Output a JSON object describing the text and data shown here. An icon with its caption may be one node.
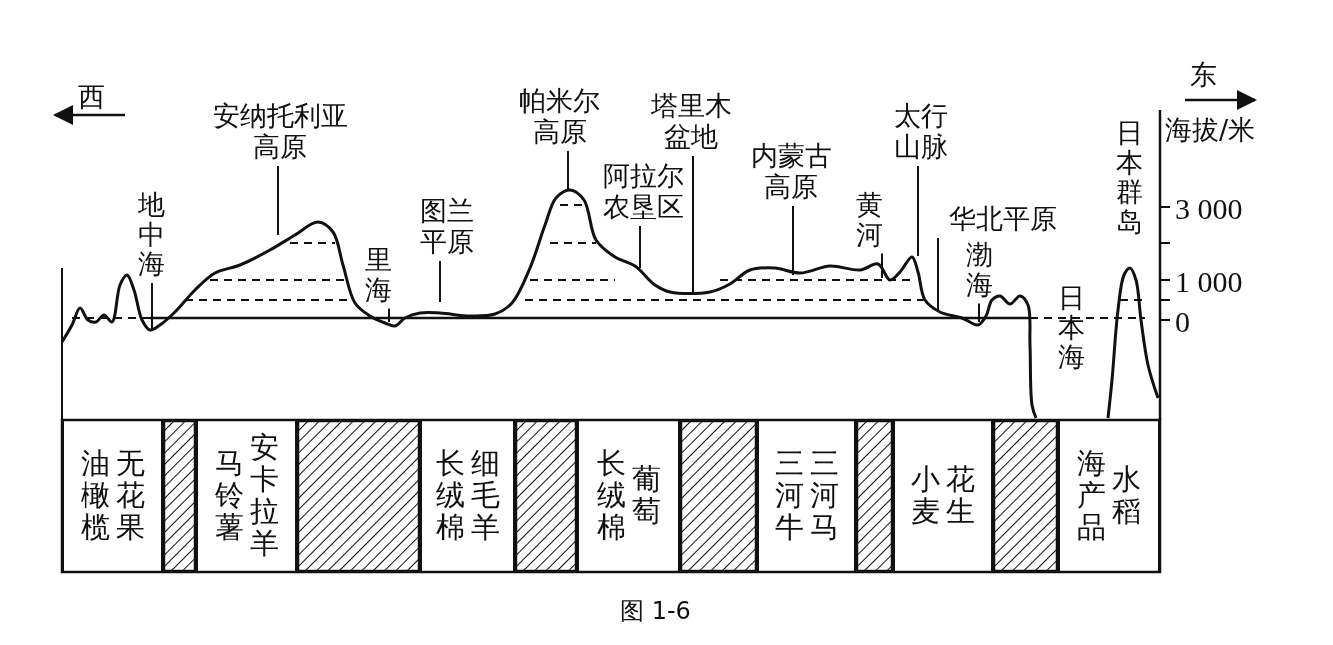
{
  "diagram": {
    "caption": "图 1-6",
    "nodes": [
      {
        "text": [
          "安纳托利亚高原"
        ]
      },
      {
        "text": [
          "帕米尔高原"
        ]
      },
      {
        "text": [
          "塔里木盆地"
        ]
      },
      {
        "text": [
          "阿拉尔农垦区"
        ]
      },
      {
        "text": [
          "内蒙古高原"
        ]
      },
      {
        "text": [
          "太行山脉"
        ]
      },
      {
        "text": [
          "黄河"
        ]
      },
      {
        "text": [
          "华北平原"
        ]
      },
      {
        "text": [
          "地中海"
        ]
      },
      {
        "text": [
          "图兰平原"
        ]
      },
      {
        "text": [
          "里海"
        ]
      },
      {
        "text": [
          "渤海"
        ]
      },
      {
        "text": [
          "油橄榄",
          "无花果"
        ]
      },
      {
        "text": [],
        "shape": "box"
      },
      {
        "text": [
          "马铃薯",
          "安卡拉羊"
        ]
      },
      {
        "text": [],
        "shape": "box"
      },
      {
        "text": [
          "长绒棉",
          "细毛羊"
        ]
      },
      {
        "text": [],
        "shape": "box"
      },
      {
        "text": [
          "长绒棉",
          "葡萄"
        ]
      },
      {
        "text": [],
        "shape": "box"
      },
      {
        "text": [
          "三河牛",
          "三河马"
        ]
      },
      {
        "text": [],
        "shape": "box"
      },
      {
        "text": [
          "小麦",
          "花生"
        ]
      },
      {
        "text": [],
        "shape": "box"
      },
      {
        "text": [
          "海产品",
          "水稻"
        ]
      }
    ],
    "edges": [
      {
        "from": 0,
        "to": null,
        "arrow": "none"
      },
      {
        "from": 1,
        "to": null,
        "arrow": "none"
      },
      {
        "from": 2,
        "to": null,
        "arrow": "none"
      },
      {
        "from": 3,
        "to": null,
        "arrow": "none"
      },
      {
        "from": 4,
        "to": null,
        "arrow": "none"
      },
      {
        "from": 5,
        "to": null,
        "arrow": "none"
      },
      {
        "from": 6,
        "to": null,
        "arrow": "none"
      },
      {
        "from": 7,
        "to": null,
        "arrow": "none"
      },
      {
        "from": 8,
        "to": null,
        "arrow": "none"
      },
      {
        "from": 9,
        "to": null,
        "arrow": "none"
      },
      {
        "from": 10,
        "to": null,
        "arrow": "none"
      },
      {
        "from": 11,
        "to": null,
        "arrow": "none"
      }
    ],
    "labels": [
      "西",
      "东",
      "海拔/米",
      "日本群岛",
      "3 000",
      "1 000",
      "0",
      "日本海"
    ]
  }
}
